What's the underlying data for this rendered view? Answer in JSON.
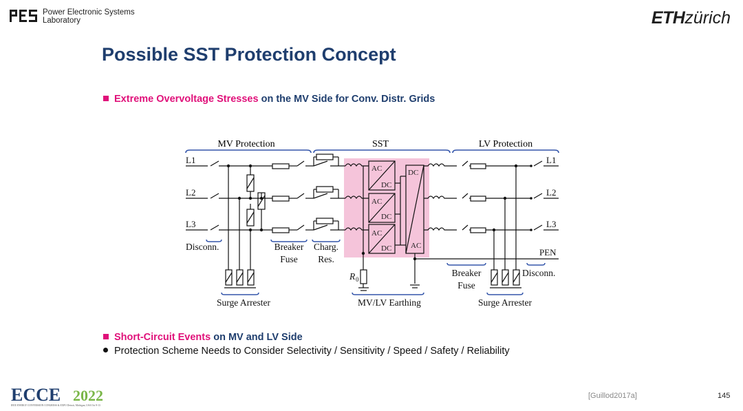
{
  "header": {
    "lab_line1": "Power Electronic Systems",
    "lab_line2": "Laboratory",
    "eth_bold": "ETH",
    "eth_light": "zürich"
  },
  "title": "Possible SST Protection Concept",
  "bullet1": {
    "highlight": "Extreme Overvoltage Stresses",
    "rest": " on the MV Side for Conv. Distr. Grids"
  },
  "diagram": {
    "mv_protection": "MV Protection",
    "sst": "SST",
    "lv_protection": "LV Protection",
    "l1": "L1",
    "l2": "L2",
    "l3": "L3",
    "ac": "AC",
    "dc": "DC",
    "disconn": "Disconn.",
    "breaker": "Breaker",
    "fuse": "Fuse",
    "charg": "Charg.",
    "res": "Res.",
    "pen": "PEN",
    "r0": "R",
    "r0_sub": "0",
    "surge_arrester": "Surge Arrester",
    "mvlv_earthing": "MV/LV Earthing"
  },
  "bullet2": {
    "highlight": "Short-Circuit Events",
    "rest": " on MV and LV Side"
  },
  "sub_bullet": "Protection Scheme Needs to Consider Selectivity / Sensitivity / Speed / Safety / Reliability",
  "footer": {
    "ecce_text": "ECCE",
    "ecce_year": "2022",
    "ecce_caption": "IEEE ENERGY CONVERSION CONGRESS & EXPO  Detroit, Michigan, USA  Oct 9-13",
    "citation": "[Guillod2017a]",
    "page_number": "145"
  },
  "colors": {
    "title": "#1f3e6e",
    "accent": "#e0117a",
    "sst_box": "#f5c4da",
    "bracket": "#3355aa"
  }
}
